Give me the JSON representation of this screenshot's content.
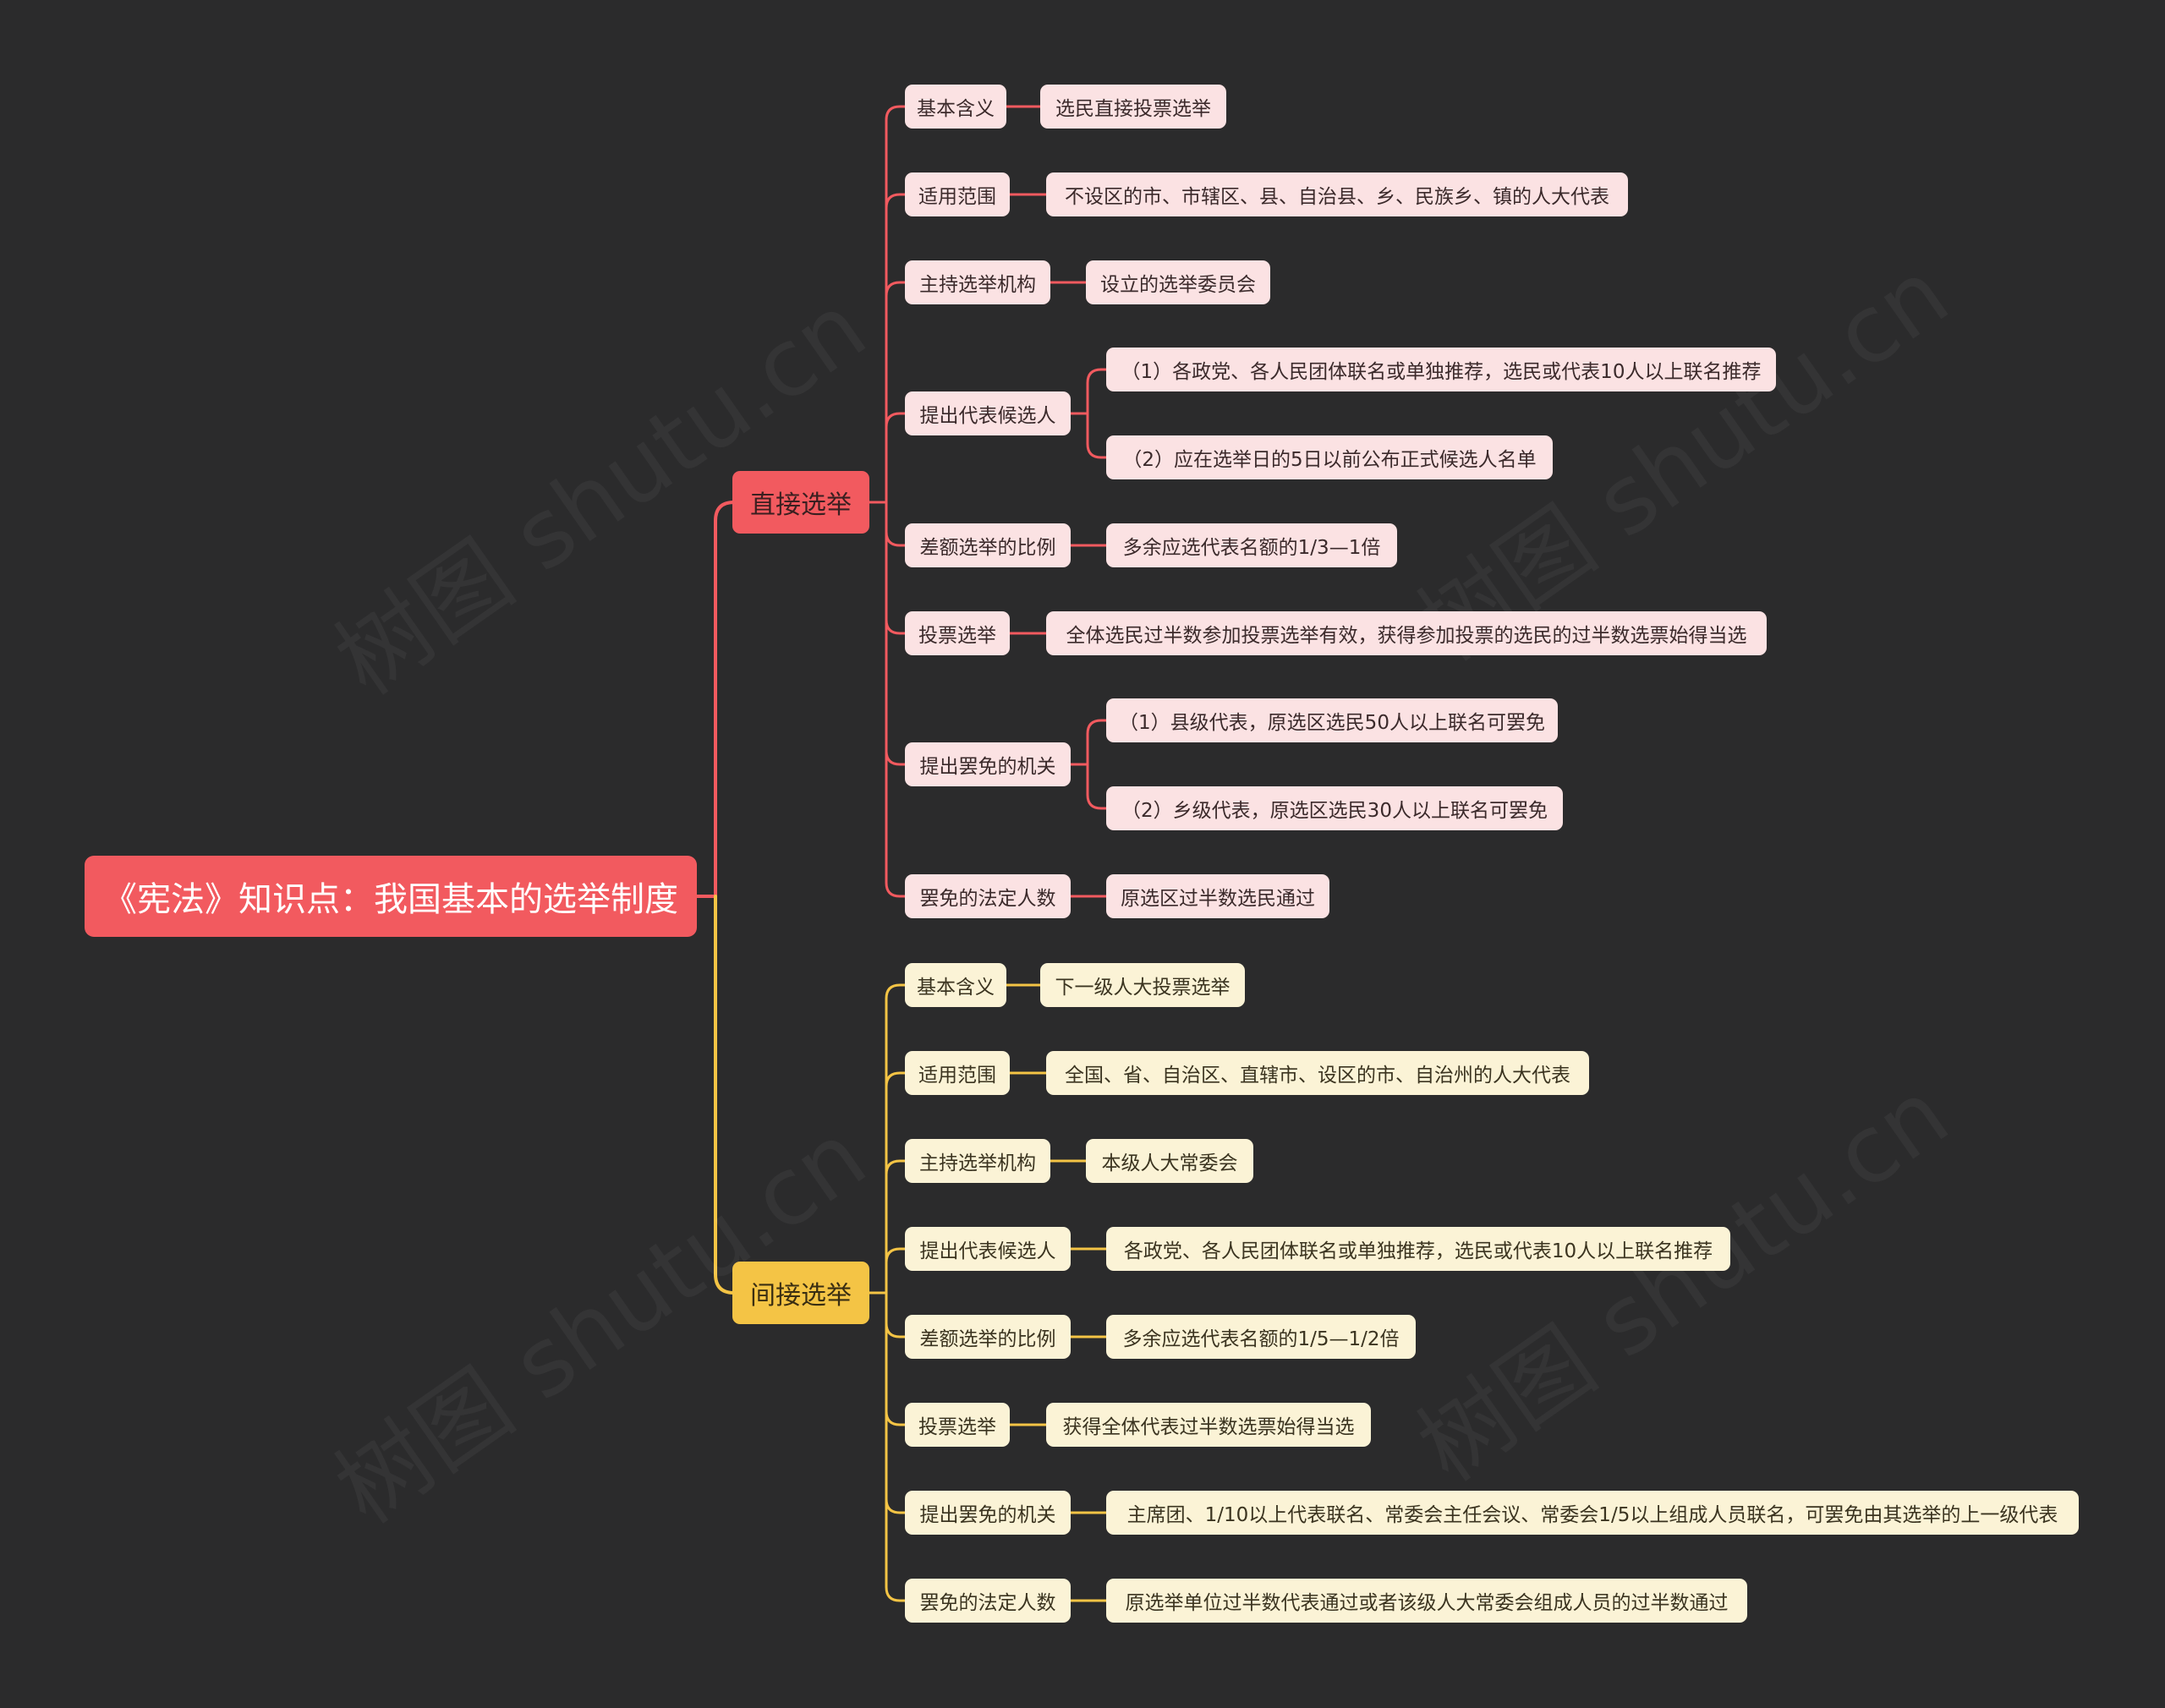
{
  "root": {
    "label": "《宪法》知识点：我国基本的选举制度"
  },
  "colors": {
    "direct": "#f25a5f",
    "indirect": "#f4c445",
    "background": "#2b2b2c"
  },
  "watermark_text": "树图 shutu.cn",
  "direct": {
    "label": "直接选举",
    "items": [
      {
        "label": "基本含义",
        "values": [
          "选民直接投票选举"
        ]
      },
      {
        "label": "适用范围",
        "values": [
          "不设区的市、市辖区、县、自治县、乡、民族乡、镇的人大代表"
        ]
      },
      {
        "label": "主持选举机构",
        "values": [
          "设立的选举委员会"
        ]
      },
      {
        "label": "提出代表候选人",
        "values": [
          "（1）各政党、各人民团体联名或单独推荐，选民或代表10人以上联名推荐",
          "（2）应在选举日的5日以前公布正式候选人名单"
        ]
      },
      {
        "label": "差额选举的比例",
        "values": [
          "多余应选代表名额的1/3—1倍"
        ]
      },
      {
        "label": "投票选举",
        "values": [
          "全体选民过半数参加投票选举有效，获得参加投票的选民的过半数选票始得当选"
        ]
      },
      {
        "label": "提出罢免的机关",
        "values": [
          "（1）县级代表，原选区选民50人以上联名可罢免",
          "（2）乡级代表，原选区选民30人以上联名可罢免"
        ]
      },
      {
        "label": "罢免的法定人数",
        "values": [
          "原选区过半数选民通过"
        ]
      }
    ]
  },
  "indirect": {
    "label": "间接选举",
    "items": [
      {
        "label": "基本含义",
        "values": [
          "下一级人大投票选举"
        ]
      },
      {
        "label": "适用范围",
        "values": [
          "全国、省、自治区、直辖市、设区的市、自治州的人大代表"
        ]
      },
      {
        "label": "主持选举机构",
        "values": [
          "本级人大常委会"
        ]
      },
      {
        "label": "提出代表候选人",
        "values": [
          "各政党、各人民团体联名或单独推荐，选民或代表10人以上联名推荐"
        ]
      },
      {
        "label": "差额选举的比例",
        "values": [
          "多余应选代表名额的1/5—1/2倍"
        ]
      },
      {
        "label": "投票选举",
        "values": [
          "获得全体代表过半数选票始得当选"
        ]
      },
      {
        "label": "提出罢免的机关",
        "values": [
          "主席团、1/10以上代表联名、常委会主任会议、常委会1/5以上组成人员联名，可罢免由其选举的上一级代表"
        ]
      },
      {
        "label": "罢免的法定人数",
        "values": [
          "原选举单位过半数代表通过或者该级人大常委会组成人员的过半数通过"
        ]
      }
    ]
  }
}
